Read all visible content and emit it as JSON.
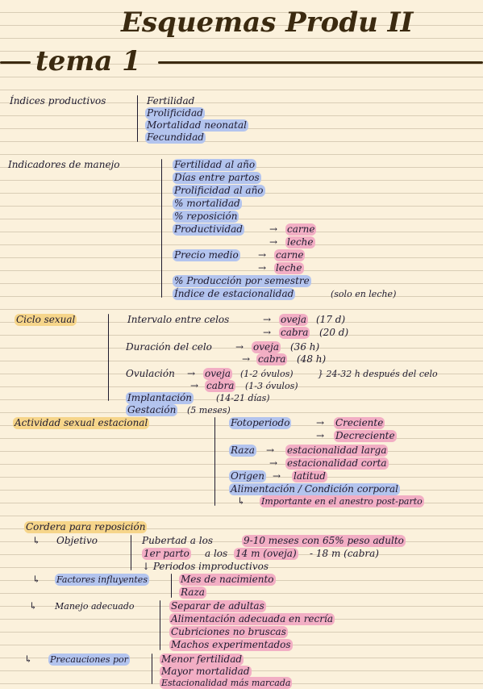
{
  "title": "Esquemas Produ II",
  "subtitle": "tema 1",
  "s1": {
    "head": "Índices productivos",
    "items": [
      "Fertilidad",
      "Prolificidad",
      "Mortalidad neonatal",
      "Fecundidad"
    ]
  },
  "s2": {
    "head": "Indicadores de manejo",
    "items": [
      "Fertilidad al año",
      "Días entre partos",
      "Prolificidad al año",
      "% mortalidad",
      "% reposición"
    ],
    "productividad": "Productividad",
    "carne": "carne",
    "leche": "leche",
    "precio": "Precio medio",
    "produccion": "% Producción por semestre",
    "indice": "Índice de estacionalidad",
    "indice_note": "(solo en leche)"
  },
  "s3": {
    "head": "Ciclo sexual",
    "intervalo": "Intervalo entre celos",
    "oveja": "oveja",
    "cabra": "cabra",
    "int_oveja": "(17 d)",
    "int_cabra": "(20 d)",
    "duracion": "Duración del celo",
    "dur_oveja": "(36 h)",
    "dur_cabra": "(48 h)",
    "ovulacion": "Ovulación",
    "ovu_oveja": "(1-2 óvulos)",
    "ovu_cabra": "(1-3 óvulos)",
    "ovu_note": "} 24-32 h después del celo",
    "implantacion": "Implantación",
    "implantacion_val": "(14-21 días)",
    "gestacion": "Gestación",
    "gestacion_val": "(5 meses)"
  },
  "s4": {
    "head": "Actividad sexual estacional",
    "fotoperiodo": "Fotoperiodo",
    "creciente": "Creciente",
    "decreciente": "Decreciente",
    "raza": "Raza",
    "larga": "estacionalidad larga",
    "corta": "estacionalidad corta",
    "origen": "Origen",
    "latitud": "latitud",
    "alimentacion": "Alimentación / Condición corporal",
    "importante": "Importante en el anestro post-parto"
  },
  "s5": {
    "head": "Cordera para reposición",
    "objetivo": "Objetivo",
    "pubertad_a": "Pubertad a los",
    "pubertad_b": "9-10 meses con 65% peso adulto",
    "parto_a": "1er parto",
    "parto_b": "a los",
    "parto_c": "14 m (oveja)",
    "parto_d": "- 18 m (cabra)",
    "periodos": "↓ Periodos improductivos",
    "factores": "Factores influyentes",
    "mes": "Mes de nacimiento",
    "raza": "Raza",
    "manejo": "Manejo adecuado",
    "manejo_items": [
      "Separar de adultas",
      "Alimentación adecuada en recría",
      "Cubriciones no bruscas",
      "Machos experimentados"
    ],
    "precauciones": "Precauciones por",
    "prec_items": [
      "Menor fertilidad",
      "Mayor mortalidad",
      "Estacionalidad más marcada"
    ]
  },
  "arrows": {
    "right": "→",
    "hook": "↳"
  }
}
